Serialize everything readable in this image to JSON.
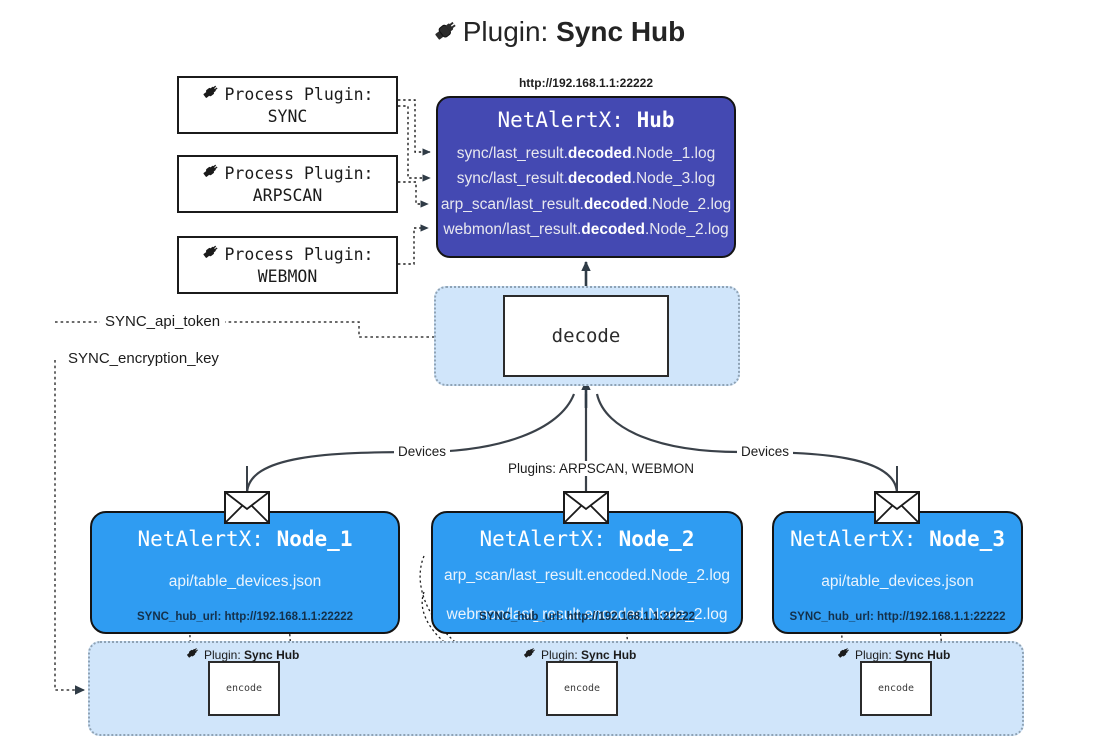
{
  "title": {
    "prefix": "Plugin:",
    "name": "Sync Hub",
    "icon": "plug-icon"
  },
  "process_plugins": [
    {
      "line1": "Process Plugin:",
      "line2": "SYNC"
    },
    {
      "line1": "Process Plugin:",
      "line2": "ARPSCAN"
    },
    {
      "line1": "Process Plugin:",
      "line2": "WEBMON"
    }
  ],
  "hub": {
    "url": "http://192.168.1.1:22222",
    "title_prefix": "NetAlertX:",
    "title_name": "Hub",
    "logs": [
      {
        "pre": "sync/last_result.",
        "mid": "decoded",
        "post": ".Node_1.log"
      },
      {
        "pre": "sync/last_result.",
        "mid": "decoded",
        "post": ".Node_3.log"
      },
      {
        "pre": "arp_scan/last_result.",
        "mid": "decoded",
        "post": ".Node_2.log"
      },
      {
        "pre": "webmon/last_result.",
        "mid": "decoded",
        "post": ".Node_2.log"
      }
    ]
  },
  "decode": {
    "label": "decode"
  },
  "keys": {
    "api_token": "SYNC_api_token",
    "encryption_key": "SYNC_encryption_key"
  },
  "edge_labels": {
    "devices_left": "Devices",
    "devices_right": "Devices",
    "plugins_center": "Plugins: ARPSCAN, WEBMON"
  },
  "nodes": [
    {
      "title_prefix": "NetAlertX:",
      "title_name": "Node_1",
      "lines": [
        "api/table_devices.json"
      ],
      "footer": "SYNC_hub_url: http://192.168.1.1:22222",
      "icon": "envelope-icon"
    },
    {
      "title_prefix": "NetAlertX:",
      "title_name": "Node_2",
      "lines": [
        "arp_scan/last_result.encoded.Node_2.log",
        "webmon/last_result.encoded.Node_2.log"
      ],
      "footer": "SYNC_hub_url: http://192.168.1.1:22222",
      "icon": "envelope-icon"
    },
    {
      "title_prefix": "NetAlertX:",
      "title_name": "Node_3",
      "lines": [
        "api/table_devices.json"
      ],
      "footer": "SYNC_hub_url: http://192.168.1.1:22222",
      "icon": "envelope-icon"
    }
  ],
  "encoders": [
    {
      "plugin_prefix": "Plugin:",
      "plugin_name": "Sync Hub",
      "label": "encode"
    },
    {
      "plugin_prefix": "Plugin:",
      "plugin_name": "Sync Hub",
      "label": "encode"
    },
    {
      "plugin_prefix": "Plugin:",
      "plugin_name": "Sync Hub",
      "label": "encode"
    }
  ],
  "colors": {
    "hub_fill": "#4449b2",
    "node_fill": "#2f9cf2",
    "band_fill": "#d0e5fa",
    "band_border": "#8fa3b5",
    "stroke": "#2b2b2b"
  }
}
